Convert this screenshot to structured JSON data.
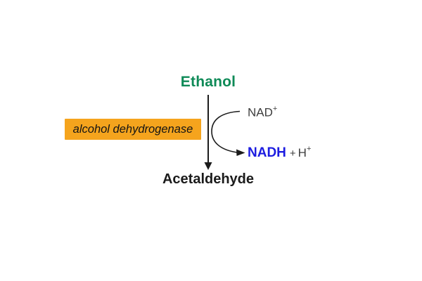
{
  "colors": {
    "substrate-green": "#0e8a57",
    "enzyme-orange": "#f5a41d",
    "nadh-blue": "#1c1ce0",
    "cofactor-gray": "#3d3d3d",
    "ink-black": "#1b1b1b"
  },
  "reaction": {
    "substrate": "Ethanol",
    "product": "Acetaldehyde",
    "enzyme": "alcohol dehydrogenase",
    "cofactor_in": "NAD",
    "cofactor_in_sup": "+",
    "cofactor_out": "NADH",
    "cofactor_out_plus": "+",
    "cofactor_out_h": "H",
    "cofactor_out_h_sup": "+"
  }
}
